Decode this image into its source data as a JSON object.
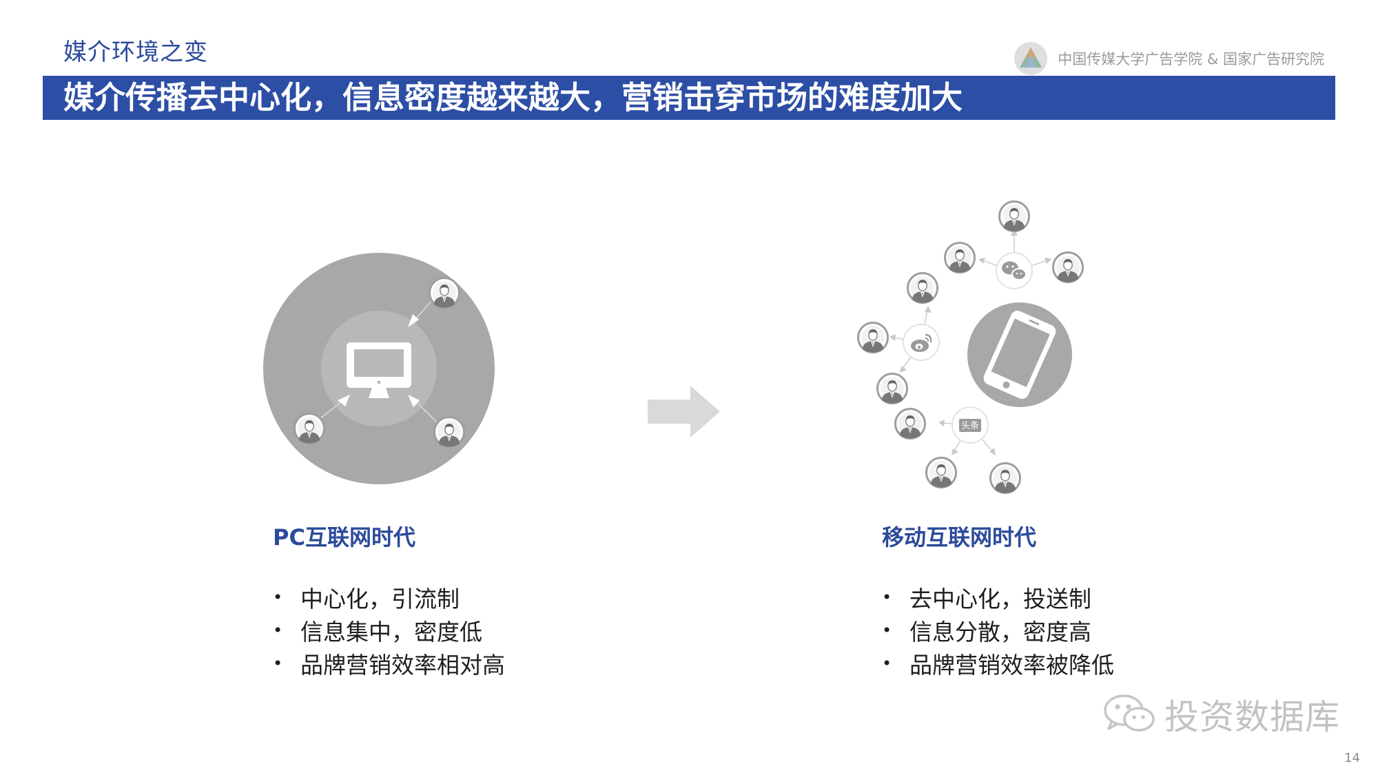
{
  "header": {
    "section_title": "媒介环境之变",
    "org_name": "中国传媒大学广告学院 & 国家广告研究院",
    "headline": "媒介传播去中心化，信息密度越来越大，营销击穿市场的难度加大",
    "accent_color": "#2c4ea5"
  },
  "left": {
    "title": "PC互联网时代",
    "bullets": [
      "中心化，引流制",
      "信息集中，密度低",
      "品牌营销效率相对高"
    ],
    "center_icon": "monitor-icon"
  },
  "right": {
    "title": "移动互联网时代",
    "bullets": [
      "去中心化，投送制",
      "信息分散，密度高",
      "品牌营销效率被降低"
    ],
    "center_icon": "smartphone-icon",
    "hub_icons": [
      "wechat-icon",
      "weibo-icon",
      "toutiao-icon"
    ],
    "toutiao_label": "头条"
  },
  "footer": {
    "watermark": "投资数据库",
    "page_number": "14"
  }
}
